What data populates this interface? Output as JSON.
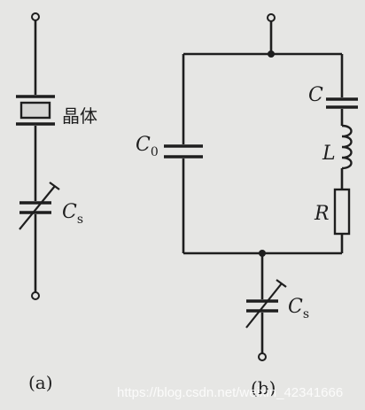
{
  "figure_a": {
    "crystal_label": "晶体",
    "cs_label_main": "C",
    "cs_label_sub": "s",
    "caption": "(a)"
  },
  "figure_b": {
    "c0_label_main": "C",
    "c0_label_sub": "0",
    "c_label": "C",
    "l_label": "L",
    "r_label": "R",
    "cs_label_main": "C",
    "cs_label_sub": "s",
    "caption": "(b)"
  },
  "watermark": "https://blog.csdn.net/weixin_42341666",
  "colors": {
    "ink": "#1e1e1e",
    "paper": "#e6e6e4",
    "crystal_fill": "#d6d6d4"
  }
}
